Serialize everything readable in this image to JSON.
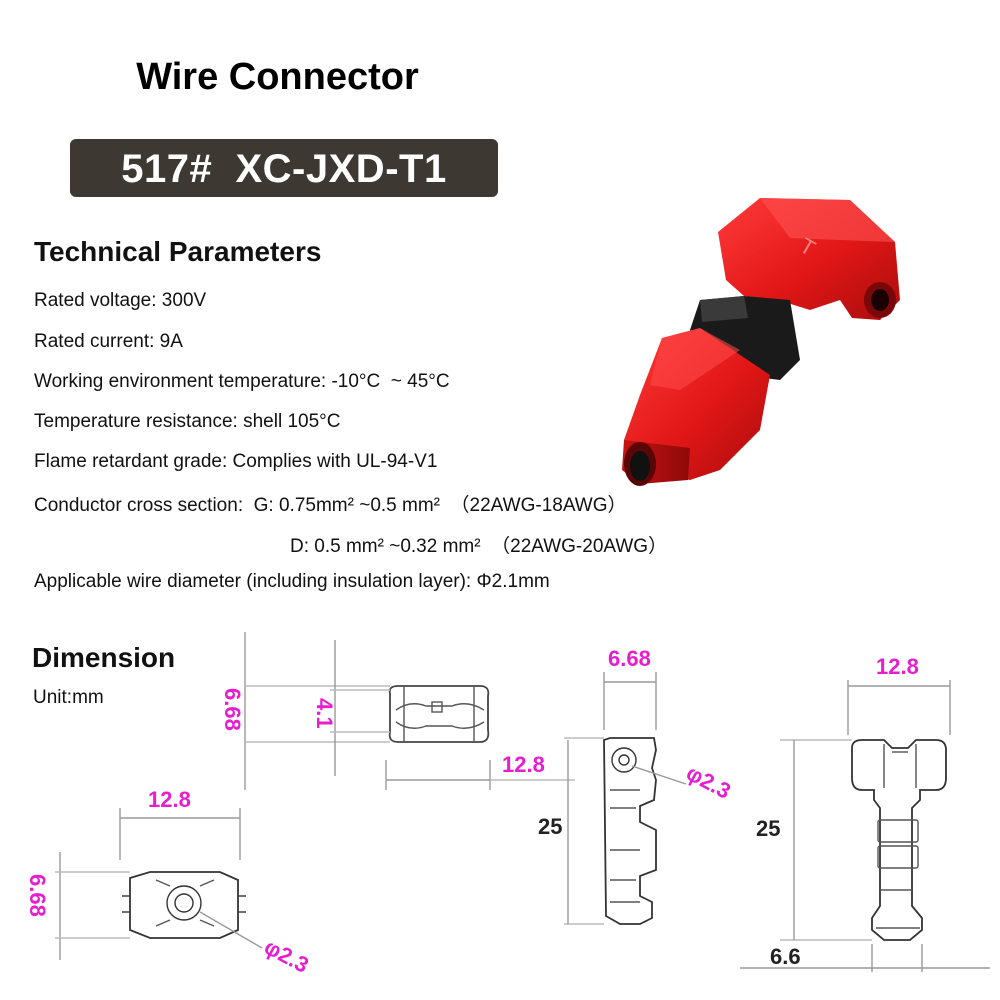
{
  "title": "Wire Connector",
  "model": "517#  XC-JXD-T1",
  "technical": {
    "heading": "Technical Parameters",
    "specs": [
      "Rated voltage: 300V",
      "Rated current: 9A",
      "Working environment temperature: -10°C  ~ 45°C",
      "Temperature resistance: shell 105°C",
      "Flame retardant grade: Complies with UL-94-V1",
      "Conductor cross section:  G: 0.75mm² ~0.5 mm²  （22AWG-18AWG）",
      "D: 0.5 mm² ~0.32 mm²  （22AWG-20AWG）",
      "Applicable wire diameter (including insulation layer): Φ2.1mm"
    ]
  },
  "dimension": {
    "heading": "Dimension",
    "unit": "Unit:mm",
    "labels": {
      "side_height": "6.68",
      "side_inner": "4.1",
      "side_length": "12.8",
      "front_width": "12.8",
      "front_height": "6.68",
      "front_hole": "φ2.3",
      "end_width": "6.68",
      "end_length": "25",
      "end_hole": "φ2.3",
      "top_width": "12.8",
      "top_length": "25",
      "top_bottom_width": "6.6"
    }
  },
  "colors": {
    "accent": "#e61ed0",
    "badge": "#3e3833",
    "connector_red": "#e41b1b",
    "connector_black": "#1a1a1a"
  }
}
